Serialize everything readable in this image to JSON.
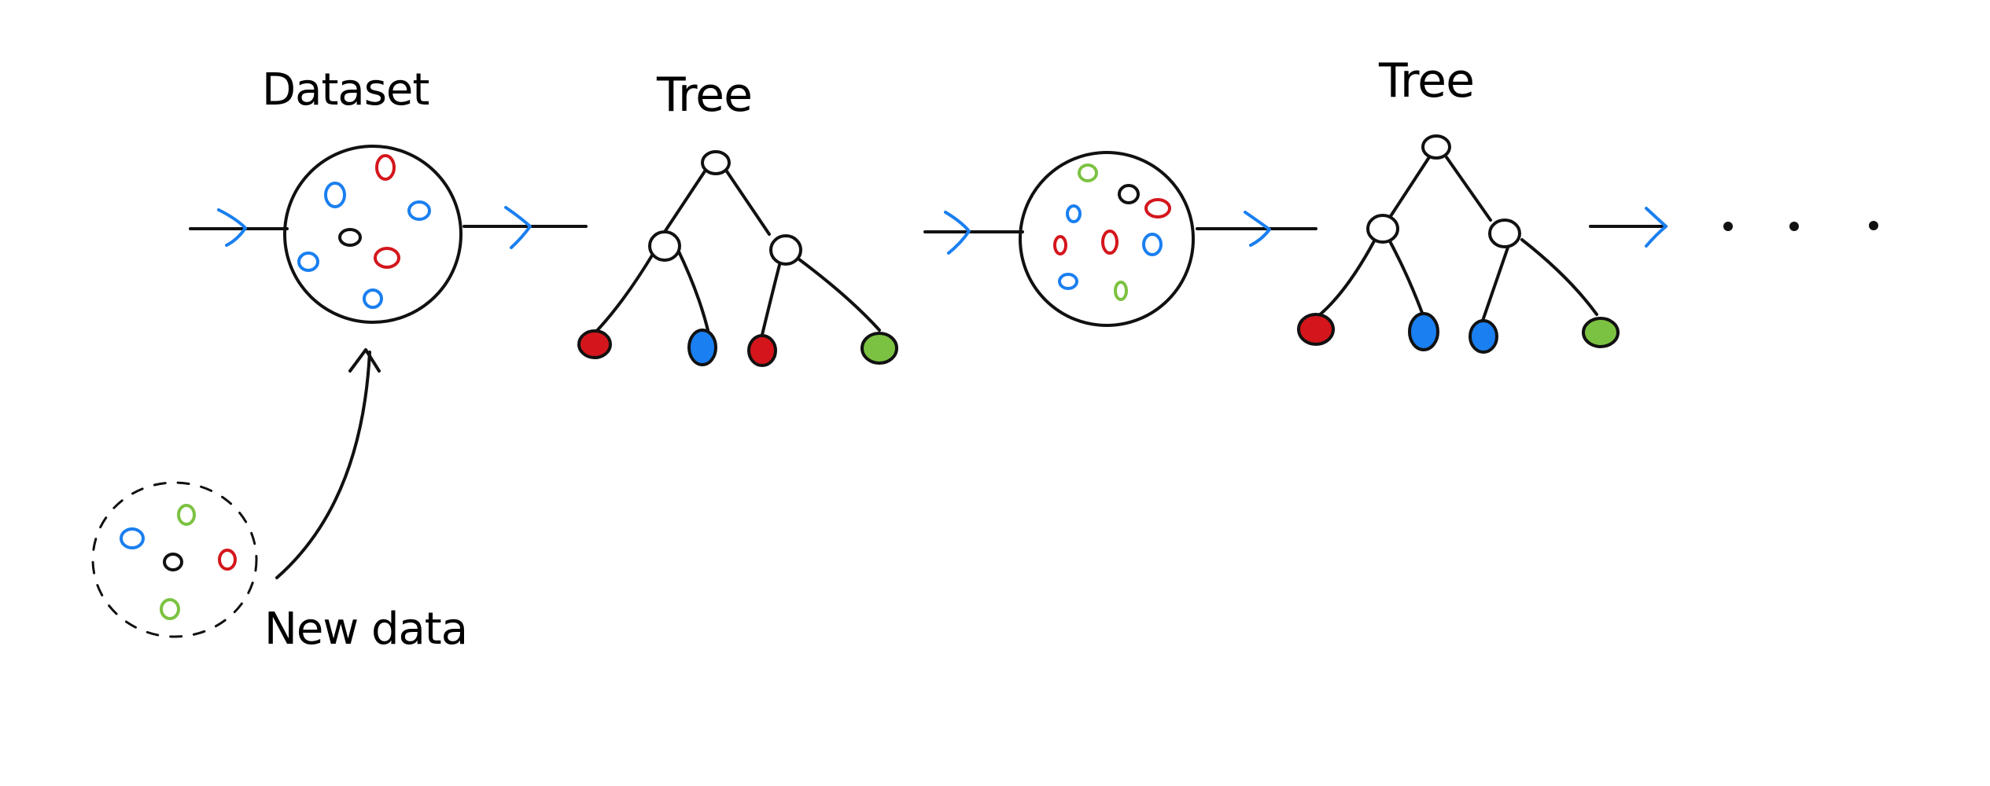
{
  "labels": {
    "dataset": "Dataset",
    "tree_1": "Tree",
    "tree_2": "Tree",
    "new_data": "New data"
  },
  "colors": {
    "ink": "#111111",
    "blue": "#1a7ff0",
    "red": "#d4161c",
    "green": "#7cc242"
  },
  "continuation": "ellipsis"
}
